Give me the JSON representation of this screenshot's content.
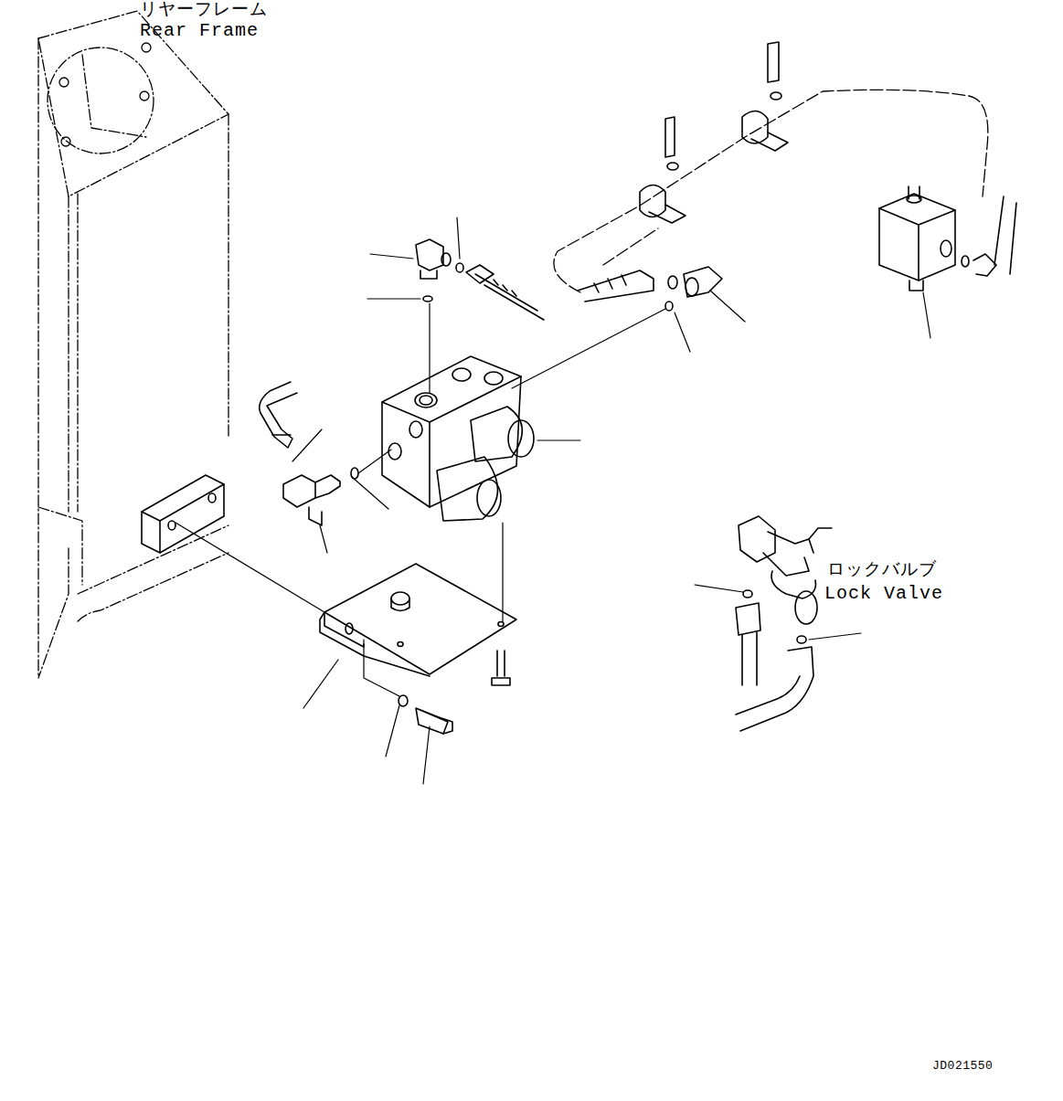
{
  "diagram": {
    "labels": [
      "リヤーフレーム",
      "Rear Frame",
      "ロックバルブ",
      "Lock Valve",
      "JD021550"
    ]
  }
}
